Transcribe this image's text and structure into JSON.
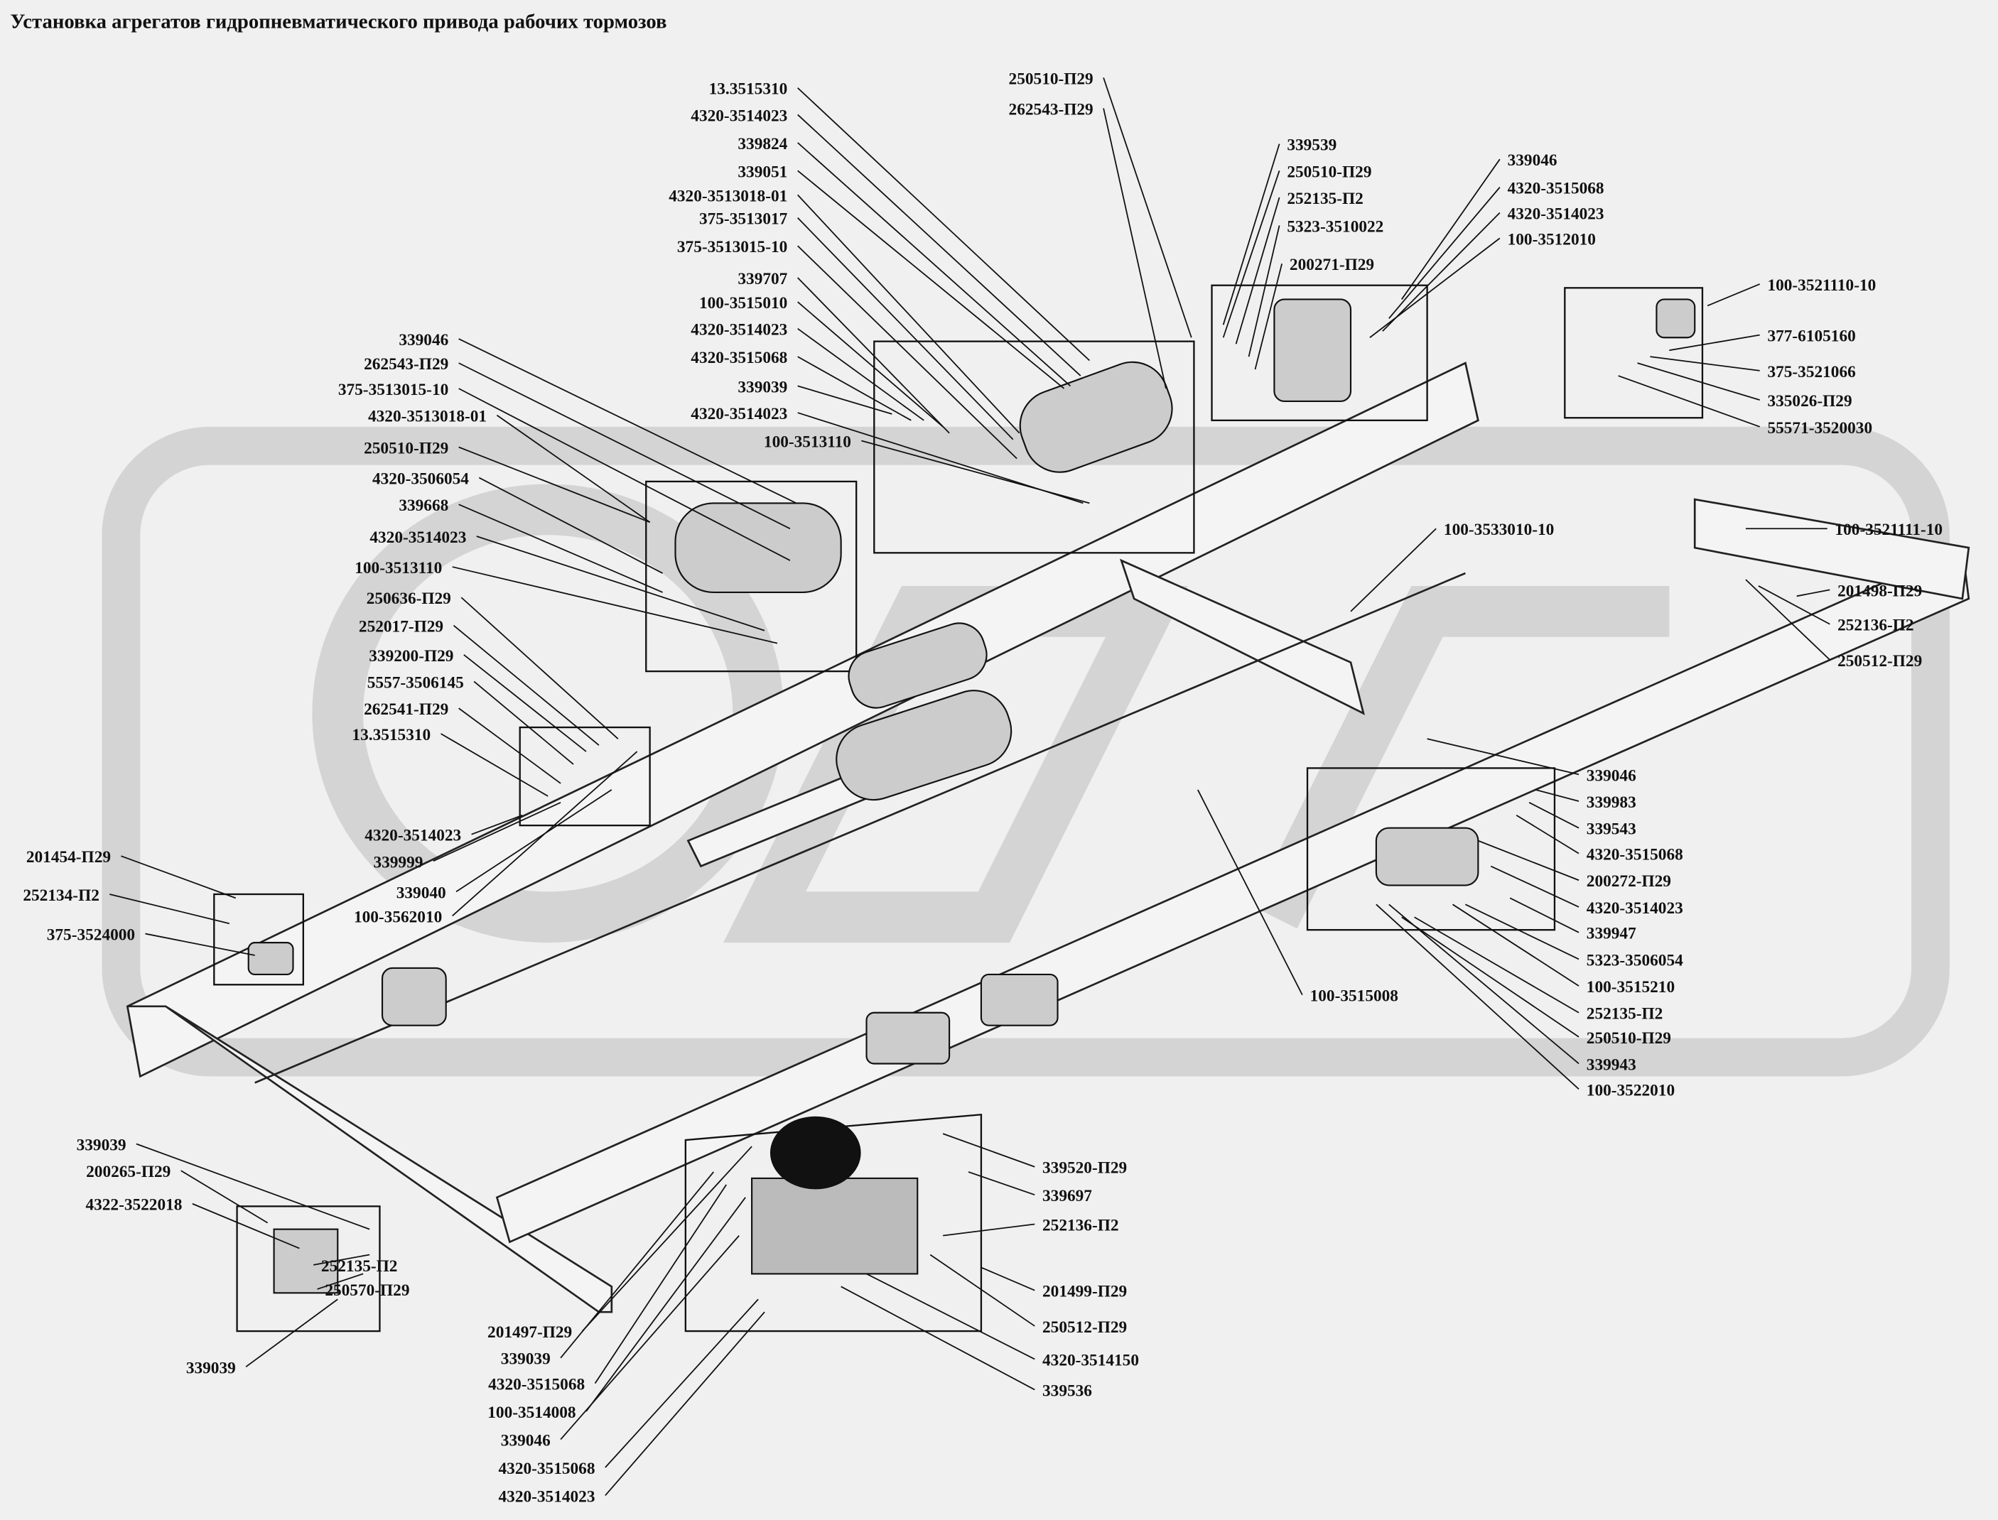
{
  "title": "Установка агрегатов гидропневматического привода рабочих тормозов",
  "labels": [
    "13.3515310",
    "4320-3514023",
    "339824",
    "339051",
    "4320-3513018-01",
    "375-3513017",
    "375-3513015-10",
    "339707",
    "100-3515010",
    "4320-3514023",
    "4320-3515068",
    "339039",
    "4320-3514023",
    "100-3513110",
    "250510-П29",
    "262543-П29",
    "339046",
    "262543-П29",
    "375-3513015-10",
    "4320-3513018-01",
    "250510-П29",
    "4320-3506054",
    "339668",
    "4320-3514023",
    "100-3513110",
    "250636-П29",
    "252017-П29",
    "339200-П29",
    "5557-3506145",
    "262541-П29",
    "13.3515310",
    "4320-3514023",
    "339999",
    "339040",
    "100-3562010",
    "339539",
    "250510-П29",
    "252135-П2",
    "5323-3510022",
    "200271-П29",
    "339046",
    "4320-3515068",
    "4320-3514023",
    "100-3512010",
    "100-3521110-10",
    "377-6105160",
    "375-3521066",
    "335026-П29",
    "55571-3520030",
    "100-3533010-10",
    "100-3521111-10",
    "201498-П29",
    "252136-П2",
    "250512-П29",
    "339046",
    "339983",
    "339543",
    "4320-3515068",
    "200272-П29",
    "4320-3514023",
    "339947",
    "5323-3506054",
    "100-3515210",
    "252135-П2",
    "250510-П29",
    "339943",
    "100-3522010",
    "100-3515008",
    "201454-П29",
    "252134-П2",
    "375-3524000",
    "339039",
    "200265-П29",
    "4322-3522018",
    "252135-П2",
    "250570-П29",
    "339039",
    "201497-П29",
    "339039",
    "4320-3515068",
    "100-3514008",
    "339046",
    "4320-3515068",
    "4320-3514023",
    "339520-П29",
    "339697",
    "252136-П2",
    "201499-П29",
    "250512-П29",
    "4320-3514150",
    "339536"
  ]
}
